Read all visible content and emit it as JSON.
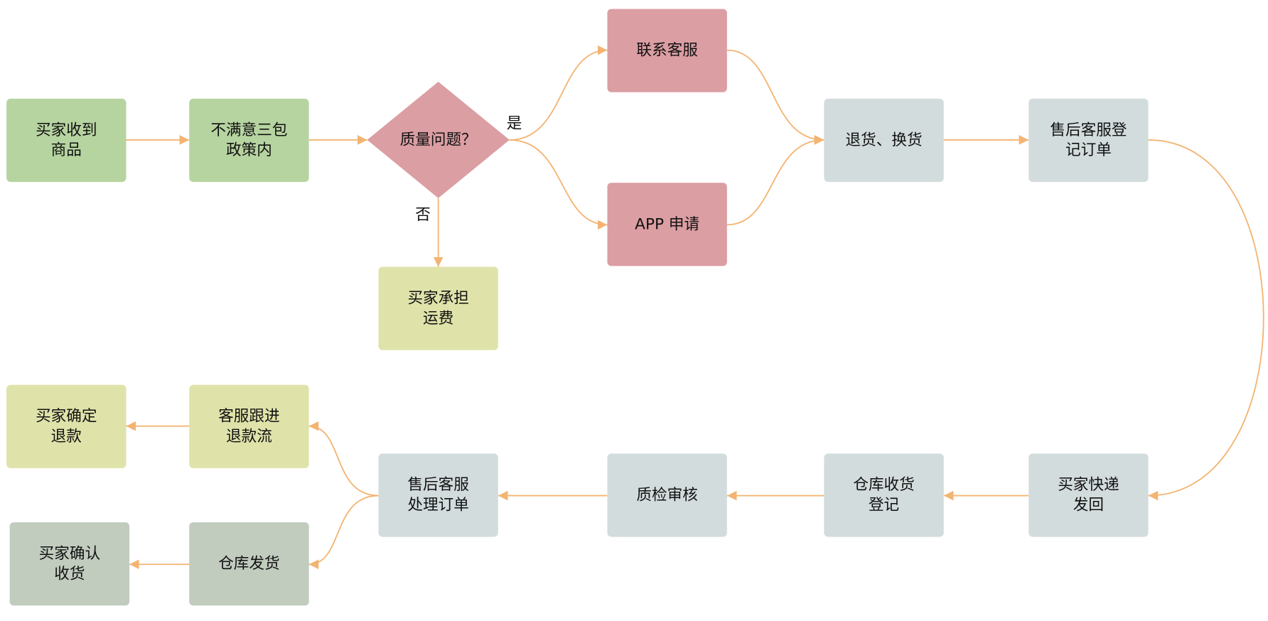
{
  "diagram": {
    "type": "flowchart",
    "colors": {
      "edge": "#f3b472",
      "green": "#b6d4a0",
      "pink": "#db9ea3",
      "yellow": "#dfe3aa",
      "blue_gray": "#d3dcdd",
      "gray_green": "#c1cbbe"
    },
    "nodes": [
      {
        "id": "n1",
        "lines": [
          "买家收到",
          "商品"
        ],
        "color": "green"
      },
      {
        "id": "n2",
        "lines": [
          "不满意三包",
          "政策内"
        ],
        "color": "green"
      },
      {
        "id": "n3",
        "lines": [
          "质量问题？"
        ],
        "color": "pink",
        "shape": "diamond"
      },
      {
        "id": "n4",
        "lines": [
          "买家承担",
          "运费"
        ],
        "color": "yellow"
      },
      {
        "id": "n5",
        "lines": [
          "联系客服"
        ],
        "color": "pink"
      },
      {
        "id": "n6",
        "lines": [
          "APP 申请"
        ],
        "color": "pink"
      },
      {
        "id": "n7",
        "lines": [
          "退货、换货"
        ],
        "color": "blue_gray"
      },
      {
        "id": "n8",
        "lines": [
          "售后客服登",
          "记订单"
        ],
        "color": "blue_gray"
      },
      {
        "id": "n9",
        "lines": [
          "买家快递",
          "发回"
        ],
        "color": "blue_gray"
      },
      {
        "id": "n10",
        "lines": [
          "仓库收货",
          "登记"
        ],
        "color": "blue_gray"
      },
      {
        "id": "n11",
        "lines": [
          "质检审核"
        ],
        "color": "blue_gray"
      },
      {
        "id": "n12",
        "lines": [
          "售后客服",
          "处理订单"
        ],
        "color": "blue_gray"
      },
      {
        "id": "n13",
        "lines": [
          "客服跟进",
          "退款流"
        ],
        "color": "yellow"
      },
      {
        "id": "n14",
        "lines": [
          "买家确定",
          "退款"
        ],
        "color": "yellow"
      },
      {
        "id": "n15",
        "lines": [
          "仓库发货"
        ],
        "color": "gray_green"
      },
      {
        "id": "n16",
        "lines": [
          "买家确认",
          "收货"
        ],
        "color": "gray_green"
      }
    ],
    "edges": [
      {
        "from": "n1",
        "to": "n2"
      },
      {
        "from": "n2",
        "to": "n3"
      },
      {
        "from": "n3",
        "to": "n4",
        "label": "否"
      },
      {
        "from": "n3",
        "to": "n5",
        "label": "是"
      },
      {
        "from": "n3",
        "to": "n6"
      },
      {
        "from": "n5",
        "to": "n7"
      },
      {
        "from": "n6",
        "to": "n7"
      },
      {
        "from": "n7",
        "to": "n8"
      },
      {
        "from": "n8",
        "to": "n9"
      },
      {
        "from": "n9",
        "to": "n10"
      },
      {
        "from": "n10",
        "to": "n11"
      },
      {
        "from": "n11",
        "to": "n12"
      },
      {
        "from": "n12",
        "to": "n13"
      },
      {
        "from": "n12",
        "to": "n15"
      },
      {
        "from": "n13",
        "to": "n14"
      },
      {
        "from": "n15",
        "to": "n16"
      }
    ],
    "labels": {
      "yes": "是",
      "no": "否"
    }
  }
}
